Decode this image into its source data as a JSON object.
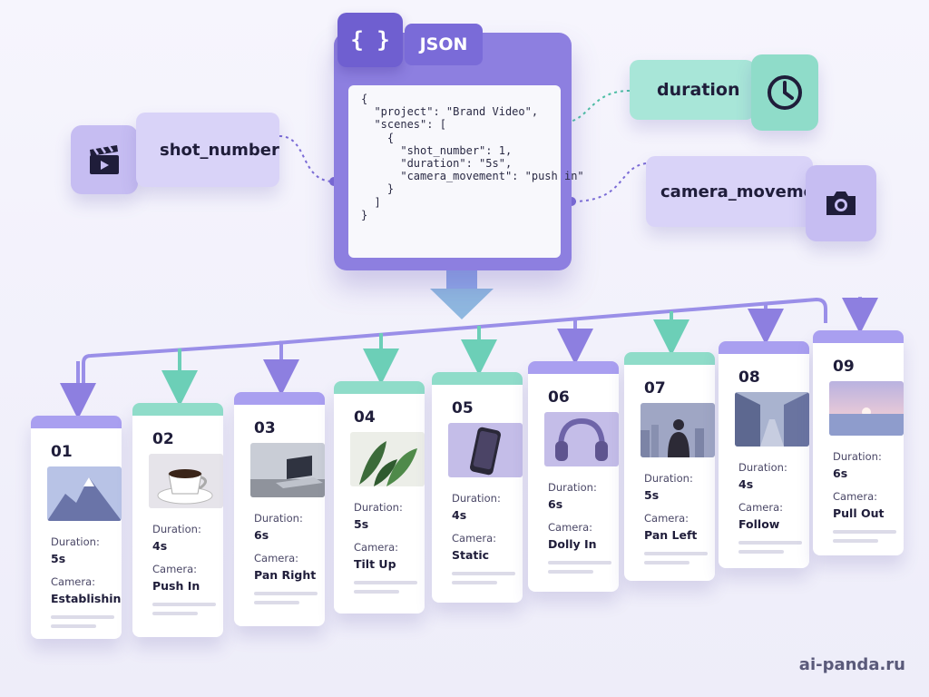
{
  "json_panel": {
    "badge_braces": "{ }",
    "badge_label": "JSON",
    "code_lines": [
      "{",
      "  \"project\": \"Brand Video\",",
      "  \"scenes\": [",
      "    {",
      "      \"shot_number\": 1,",
      "      \"duration\": \"5s\",",
      "      \"camera_movement\": \"push in\"",
      "    }",
      "  ]",
      "}"
    ]
  },
  "fields": {
    "shot_number": "shot_number",
    "duration": "duration",
    "camera_movement": "camera_movement"
  },
  "card_labels": {
    "duration": "Duration:",
    "camera": "Camera:"
  },
  "cards": [
    {
      "number": "01",
      "duration": "5s",
      "camera": "Establishing",
      "image": "mountain",
      "accent": "#a99ff0"
    },
    {
      "number": "02",
      "duration": "4s",
      "camera": "Push In",
      "image": "coffee-cup",
      "accent": "#8fdcc9"
    },
    {
      "number": "03",
      "duration": "6s",
      "camera": "Pan Right",
      "image": "laptop-desk",
      "accent": "#a99ff0"
    },
    {
      "number": "04",
      "duration": "5s",
      "camera": "Tilt Up",
      "image": "plant-leaves",
      "accent": "#8fdcc9"
    },
    {
      "number": "05",
      "duration": "4s",
      "camera": "Static",
      "image": "smartphone",
      "accent": "#8fdcc9"
    },
    {
      "number": "06",
      "duration": "6s",
      "camera": "Dolly In",
      "image": "headphones",
      "accent": "#a99ff0"
    },
    {
      "number": "07",
      "duration": "5s",
      "camera": "Pan Left",
      "image": "person-city",
      "accent": "#8fdcc9"
    },
    {
      "number": "08",
      "duration": "4s",
      "camera": "Follow",
      "image": "city-street",
      "accent": "#a99ff0"
    },
    {
      "number": "09",
      "duration": "6s",
      "camera": "Pull Out",
      "image": "sunset-sea",
      "accent": "#a99ff0"
    }
  ],
  "icons": {
    "shot_number": "clapperboard-icon",
    "duration": "clock-icon",
    "camera_movement": "camera-icon"
  },
  "colors": {
    "purple": "#8d7fe0",
    "teal": "#8fdcc9",
    "lavender": "#d9d3f8"
  },
  "watermark": "ai-panda.ru"
}
